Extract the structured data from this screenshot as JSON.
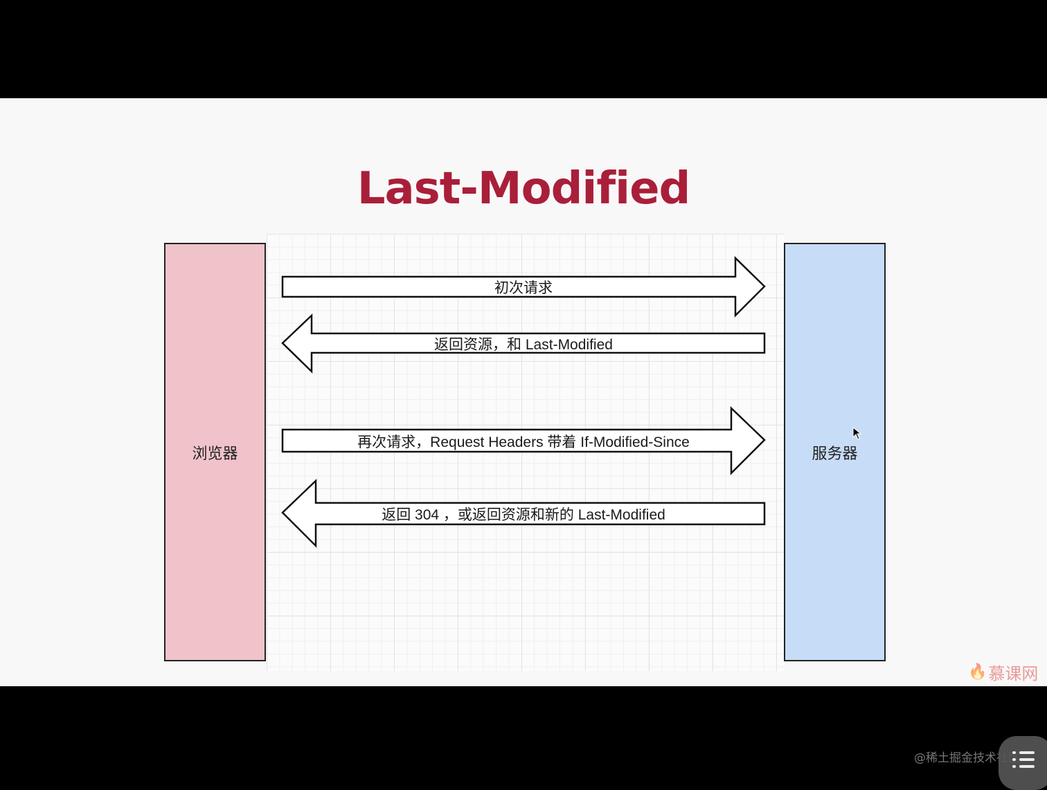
{
  "title": "Last-Modified",
  "actors": {
    "browser": "浏览器",
    "server": "服务器"
  },
  "messages": [
    {
      "label": "初次请求",
      "direction": "right"
    },
    {
      "label": "返回资源，和 Last-Modified",
      "direction": "left"
    },
    {
      "label": "再次请求，Request Headers 带着 If-Modified-Since",
      "direction": "right"
    },
    {
      "label": "返回 304 ，或返回资源和新的 Last-Modified",
      "direction": "left"
    }
  ],
  "logo_text": "慕课网",
  "watermark": "@稀土掘金技术社区",
  "colors": {
    "title": "#a91f3a",
    "browser": "#f0c3ca",
    "server": "#c7dcf6"
  }
}
